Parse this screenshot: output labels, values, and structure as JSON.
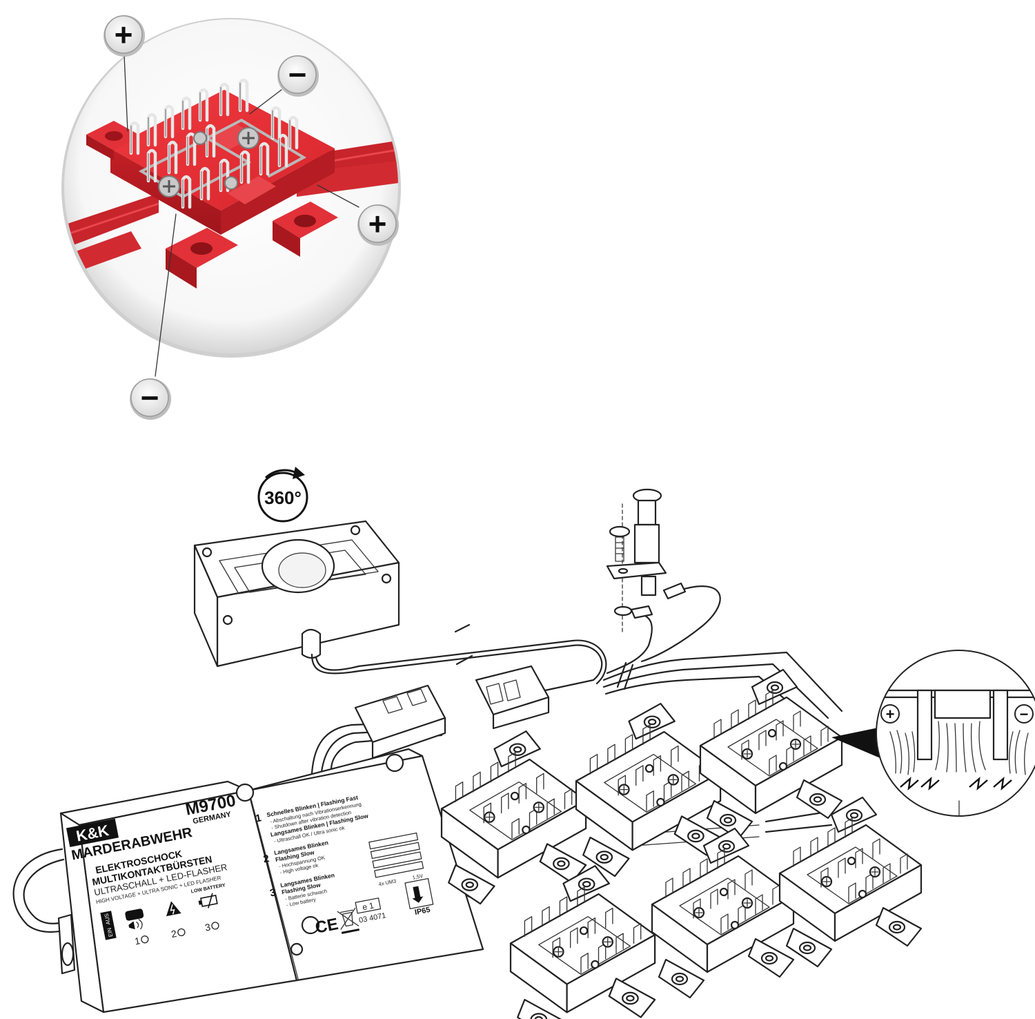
{
  "callouts": {
    "top_left_plus": "+",
    "top_right_minus": "−",
    "right_plus": "+",
    "bottom_minus": "−",
    "detail_plus": "+",
    "detail_minus": "−"
  },
  "rotation": {
    "label": "360°"
  },
  "module": {
    "brand": "K&K",
    "model": "M9700",
    "country": "GERMANY",
    "name": "MARDERABWEHR",
    "line1": "ELEKTROSCHOCK",
    "line2": "MULTIKONTAKTBÜRSTEN",
    "line3": "ULTRASCHALL + LED-FLASHER",
    "line4": "HIGH VOLTAGE + ULTRA SONIC + LED FLASHER",
    "switch_on": "EIN",
    "switch_off": "AUS",
    "low_battery": "LOW BATTERY",
    "indicator_1": "1",
    "indicator_2": "2",
    "indicator_3": "3"
  },
  "legend": {
    "item1_num": "1",
    "item1_title": "Schnelles Blinken | Flashing Fast",
    "item1_sub1": "- Abschaltung nach Vibrationserkennung",
    "item1_sub2": "- Shutdown after vibration detection",
    "item1_title2": "Langsames Blinken | Flashing Slow",
    "item1_sub3": "- Ultraschall OK / Ultra sonic ok",
    "item2_num": "2",
    "item2_title1": "Langsames Blinken",
    "item2_title2": "Flashing Slow",
    "item2_sub1": "- Hochspannung OK",
    "item2_sub2": "- High voltage ok",
    "item3_num": "3",
    "item3_title1": "Langsames Blinken",
    "item3_title2": "Flashing Slow",
    "item3_sub1": "- Batterie schwach",
    "item3_sub2": "- Low battery",
    "battery_count": "4x UM3",
    "battery_voltage": "1,5V",
    "cert_mark": "e 1",
    "cert_number": "03 4071",
    "ce_mark": "CE",
    "ip_rating": "IP65"
  }
}
